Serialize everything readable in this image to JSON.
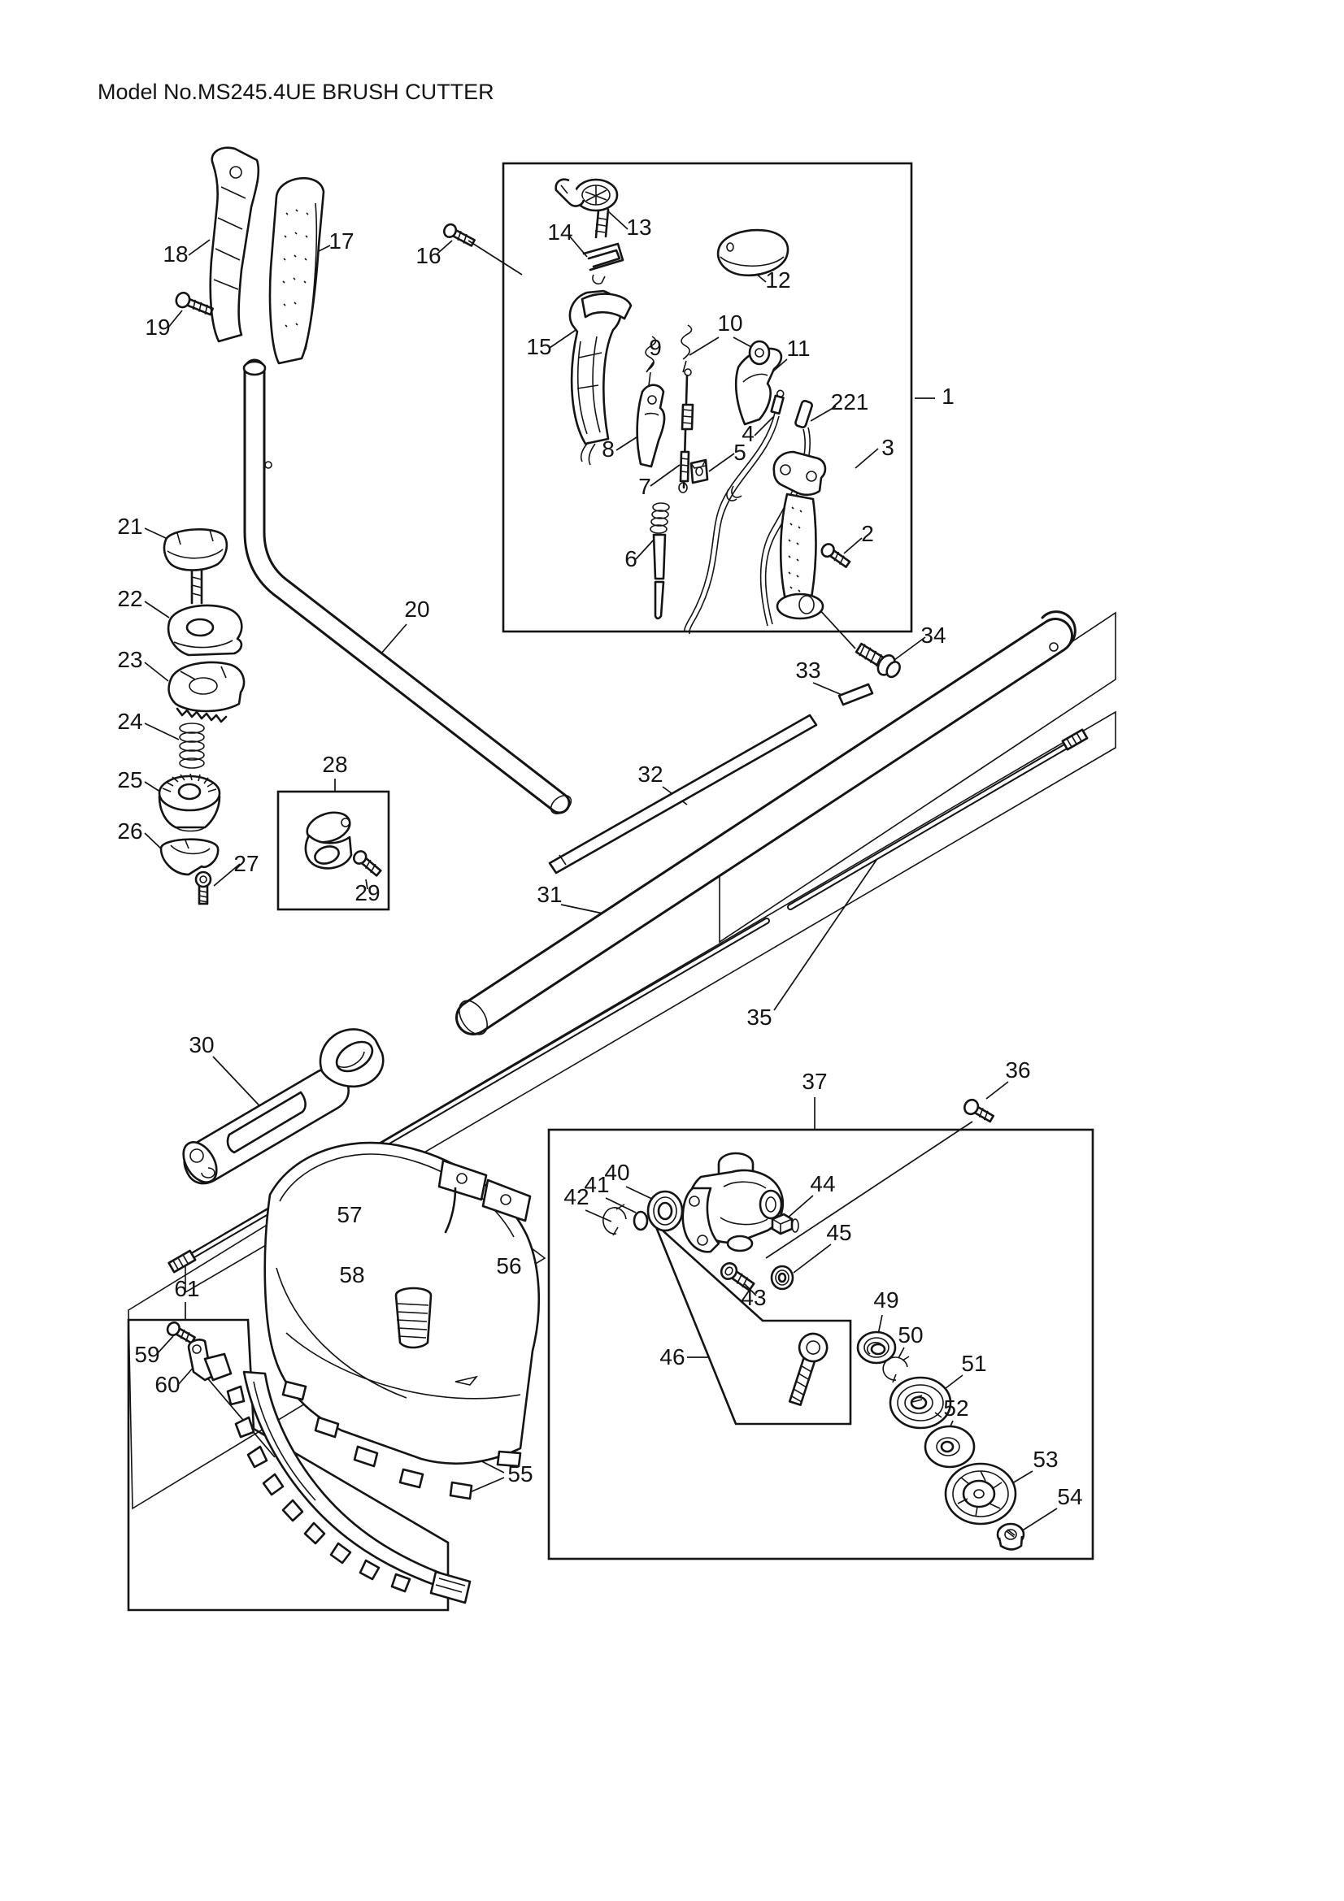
{
  "title": "Model No.MS245.4UE BRUSH CUTTER",
  "diagram": {
    "kind": "exploded-parts-diagram",
    "model": "MS245.4UE",
    "product": "BRUSH CUTTER",
    "line_color": "#141414",
    "background_color": "#ffffff"
  },
  "callouts": {
    "n1": "1",
    "n2": "2",
    "n3": "3",
    "n4": "4",
    "n5": "5",
    "n6": "6",
    "n7": "7",
    "n8": "8",
    "n9": "9",
    "n10": "10",
    "n11": "11",
    "n12": "12",
    "n13": "13",
    "n14": "14",
    "n15": "15",
    "n16": "16",
    "n17": "17",
    "n18": "18",
    "n19": "19",
    "n20": "20",
    "n21": "21",
    "n22": "22",
    "n23": "23",
    "n24": "24",
    "n25": "25",
    "n26": "26",
    "n27": "27",
    "n28": "28",
    "n29": "29",
    "n30": "30",
    "n31": "31",
    "n32": "32",
    "n33": "33",
    "n34": "34",
    "n35": "35",
    "n36": "36",
    "n37": "37",
    "n40": "40",
    "n41": "41",
    "n42": "42",
    "n43": "43",
    "n44": "44",
    "n45": "45",
    "n46": "46",
    "n49": "49",
    "n50": "50",
    "n51": "51",
    "n52": "52",
    "n53": "53",
    "n54": "54",
    "n55": "55",
    "n56": "56",
    "n57": "57",
    "n58": "58",
    "n59": "59",
    "n60": "60",
    "n61": "61",
    "n221": "221"
  }
}
